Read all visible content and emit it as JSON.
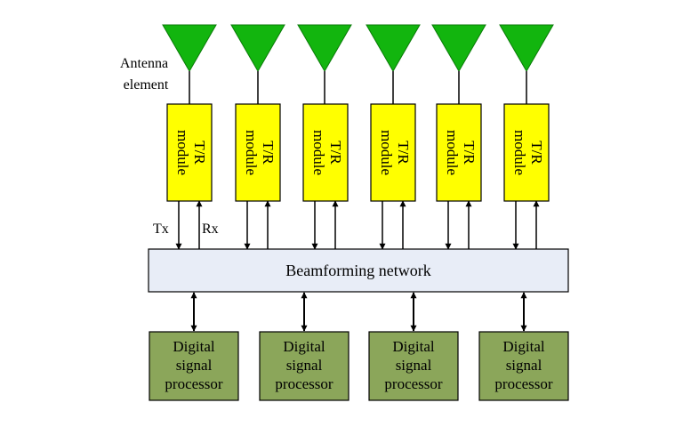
{
  "colors": {
    "antenna": "#12b50e",
    "tr_module": "#ffff00",
    "network": "#e8edf7",
    "dsp": "#8ba65a",
    "line": "#000000"
  },
  "antenna_label": [
    "Antenna",
    "element"
  ],
  "tr_module_label": [
    "T/R",
    "module"
  ],
  "signal_labels": {
    "tx": "Tx",
    "rx": "Rx"
  },
  "network_label": "Beamforming network",
  "dsp_label": [
    "Digital",
    "signal",
    "processor"
  ],
  "tr_module_count": 6,
  "dsp_count": 4
}
